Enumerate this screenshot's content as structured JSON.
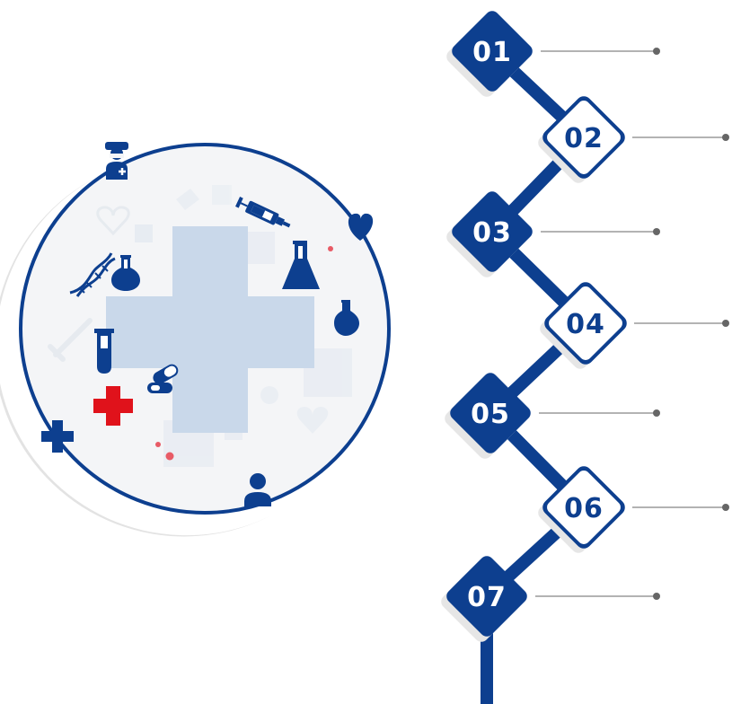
{
  "colors": {
    "primary": "#0d3f8f",
    "accent_red": "#e0121b",
    "light_blue": "#c9d8ea",
    "connector": "#9a9a9a",
    "shadow": "#e6e6e6"
  },
  "steps": [
    {
      "label": "01",
      "style": "filled"
    },
    {
      "label": "02",
      "style": "outline"
    },
    {
      "label": "03",
      "style": "filled"
    },
    {
      "label": "04",
      "style": "outline"
    },
    {
      "label": "05",
      "style": "filled"
    },
    {
      "label": "06",
      "style": "outline"
    },
    {
      "label": "07",
      "style": "filled"
    }
  ],
  "icons": [
    "doctor-icon",
    "syringe-icon",
    "heart-icon",
    "dna-icon",
    "flask-icon",
    "round-flask-icon",
    "test-tube-icon",
    "pills-icon",
    "red-cross-icon",
    "blue-cross-icon",
    "patient-icon"
  ]
}
